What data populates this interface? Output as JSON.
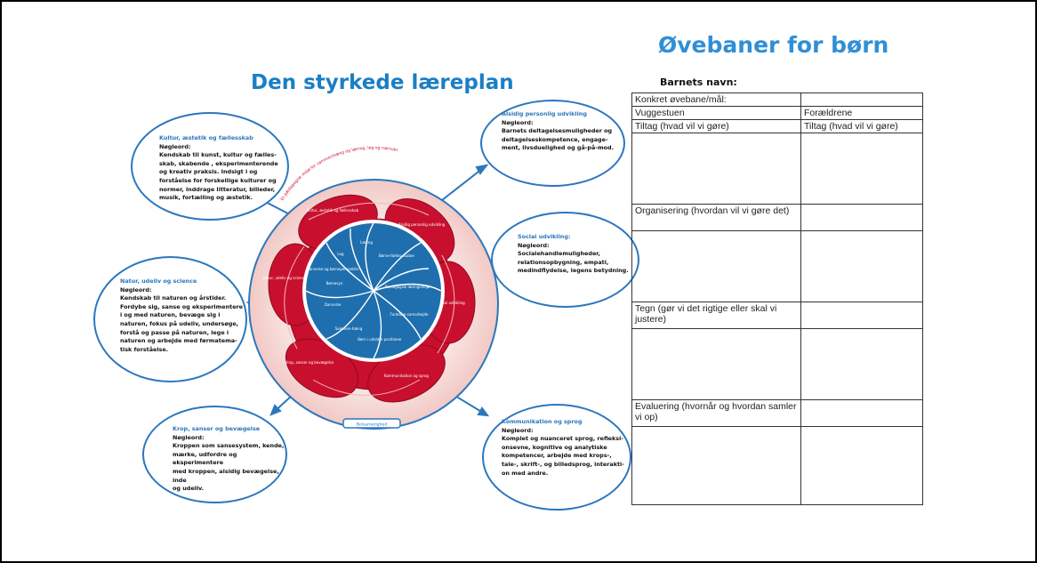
{
  "left": {
    "title": "Den styrkede læreplan",
    "wheel": {
      "outer_ring_text": "Et pædagogisk miljø for sammenhæng og læring, leg og nærvær",
      "bottom_tab": "Bolsamerighed",
      "red_petals": [
        "Kultur, æstetik og fællesskab",
        "Alsidig personlig udvikling",
        "Social udvikling",
        "Kommunikation og sprog",
        "Krop, sanser og bevægelse",
        "Natur, udeliv og science"
      ],
      "blue_segments": [
        "Læring",
        "Børne-fælles-skaber",
        "Pædagogisk læringsmiljø",
        "Forældre-samarbejde",
        "Børn i udsatte positioner",
        "Sammen-hæng",
        "Dannelse",
        "Børnesyn",
        "Dannelse og børneperspektiv",
        "Leg"
      ]
    },
    "bubbles": [
      {
        "heading": "Kultur, æstetik og fællesskab",
        "keyword_label": "Nøgleord:",
        "body": "Kendskab til kunst, kultur og fælles-\nskab, skabende , eksperimenterende\nog kreativ praksis.  Indsigt i og\nforståelse for forskellige kulturer og\nnormer, inddrage litteratur, billeder,\nmusik, fortælling og æstetik."
      },
      {
        "heading": "Alsidig personlig  udvikling",
        "keyword_label": "Nøgleord:",
        "body": "Barnets deltagelsesmuligheder og\ndeltagelseskompetence, engage-\nment,  livsduelighed og gå-på-mod."
      },
      {
        "heading": "Social udvikling:",
        "keyword_label": "Nøgleord:",
        "body": "Socialehandlemuligheder,\nrelationsopbygning, empati,\nmedindflydelse, legens betydning."
      },
      {
        "heading": "Natur, udeliv og science",
        "keyword_label": "Nøgleord:",
        "body": "Kendskab til naturen og årstider.\nFordybe sig, sanse og eksperimentere\ni og med naturen, bevæge sig i\nnaturen, fokus på udeliv, undersøge,\nforstå og passe på naturen, lege i\nnaturen og arbejde med førmatema-\ntisk forståelse."
      },
      {
        "heading": "Krop, sanser og bevægelse",
        "keyword_label": "Nøgleord:",
        "body": "Kroppen som sansesystem, kende,\nmærke, udfordre og eksperimentere\nmed kroppen, alsidig bevægelse, inde\nog udeliv."
      },
      {
        "heading": "Kommunikation og sprog",
        "keyword_label": "Nøgleord:",
        "body": "Komplet og nuanceret sprog, refleksi-\nonsevne, kognitive og analytiske\nkompetencer, arbejde med krops-,\ntale-, skrift-, og billedsprog, interakti-\non med andre."
      }
    ],
    "colors": {
      "title_blue": "#1a7fc4",
      "bubble_border": "#2b77bd",
      "petal_red": "#c8102e",
      "ring_pink": "#f6d5d2",
      "hub_blue": "#1f6fae"
    }
  },
  "right": {
    "title": "Øvebaner for børn",
    "name_label": "Barnets navn:",
    "rows": [
      {
        "c1": "Konkret øvebane/mål:",
        "c2": ""
      },
      {
        "c1": "Vuggestuen",
        "c2": "Forældrene"
      },
      {
        "c1": "Tiltag (hvad vil vi gøre)",
        "c2": "Tiltag (hvad vil vi gøre)"
      },
      {
        "c1": "",
        "c2": ""
      },
      {
        "c1": "Organisering (hvordan vil vi gøre det)",
        "c2": ""
      },
      {
        "c1": "",
        "c2": ""
      },
      {
        "c1": "Tegn (gør vi det rigtige eller skal vi justere)",
        "c2": ""
      },
      {
        "c1": "",
        "c2": ""
      },
      {
        "c1": "Evaluering (hvornår og hvordan samler vi op)",
        "c2": ""
      },
      {
        "c1": "",
        "c2": ""
      }
    ]
  }
}
